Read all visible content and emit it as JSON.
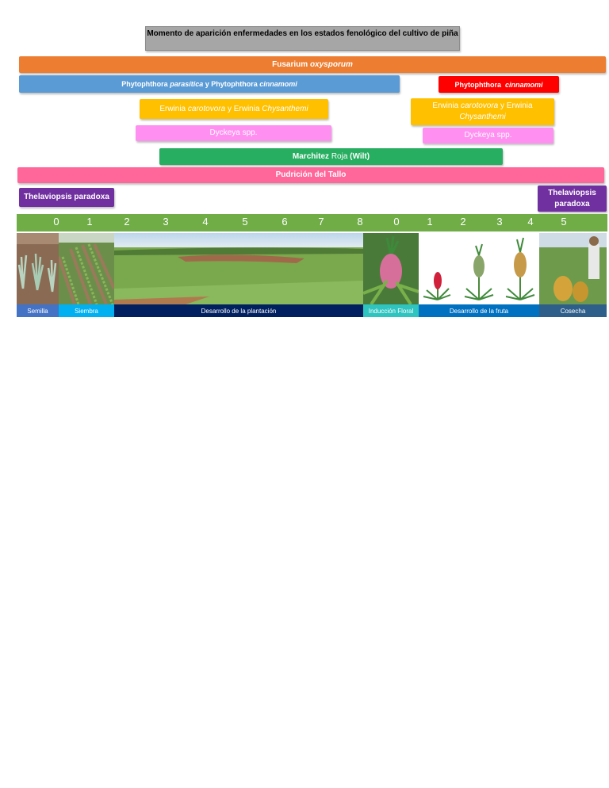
{
  "title": "Momento de aparición enfermedades en los estados fenológico del cultivo de piña",
  "diseases": {
    "fusarium": {
      "genus": "Fusarium",
      "species": "oxysporum"
    },
    "phytophthora_long": {
      "a1": "Phytophthora",
      "a2": "parasítica",
      "mid": "y",
      "b1": "Phytophthora",
      "b2": "cinnamomi"
    },
    "phytophthora_short": {
      "a1": "Phytophthora",
      "a2": "cinnamomi"
    },
    "erwinia_1": {
      "a1": "Erwinia",
      "a2": "carotovora",
      "mid": "y",
      "b1": "Erwinia",
      "b2": "Chysanthemi"
    },
    "erwinia_2": {
      "a1": "Erwinia",
      "a2": "carotovora",
      "mid": "y",
      "b1": "Erwinia",
      "b2": "Chysanthemi"
    },
    "dyckeya_1": "Dyckeya spp.",
    "dyckeya_2": "Dyckeya spp.",
    "marchitez": {
      "a": "Marchitez",
      "b": "Roja",
      "c": "(Wilt)"
    },
    "pudricion": "Pudrición del Tallo",
    "thelaviopsis_1": "Thelaviopsis paradoxa",
    "thelaviopsis_2": "Thelaviopsis paradoxa"
  },
  "timeline": [
    "0",
    "1",
    "2",
    "3",
    "4",
    "5",
    "6",
    "7",
    "8",
    "0",
    "1",
    "2",
    "3",
    "4",
    "5"
  ],
  "stages": [
    "Semilla",
    "Siembra",
    "Desarrollo de la plantación",
    "Inducción Floral",
    "Desarrollo de la fruta",
    "Cosecha"
  ],
  "colors": {
    "fusarium": "#ed7d31",
    "phytophthora": "#5b9bd5",
    "phytophthora_red": "#ff0000",
    "erwinia": "#ffc000",
    "dyckeya": "#ff8ff0",
    "marchitez": "#27ae60",
    "pudricion": "#ff6699",
    "thelaviopsis": "#7030a0",
    "scale": "#70ad47"
  }
}
